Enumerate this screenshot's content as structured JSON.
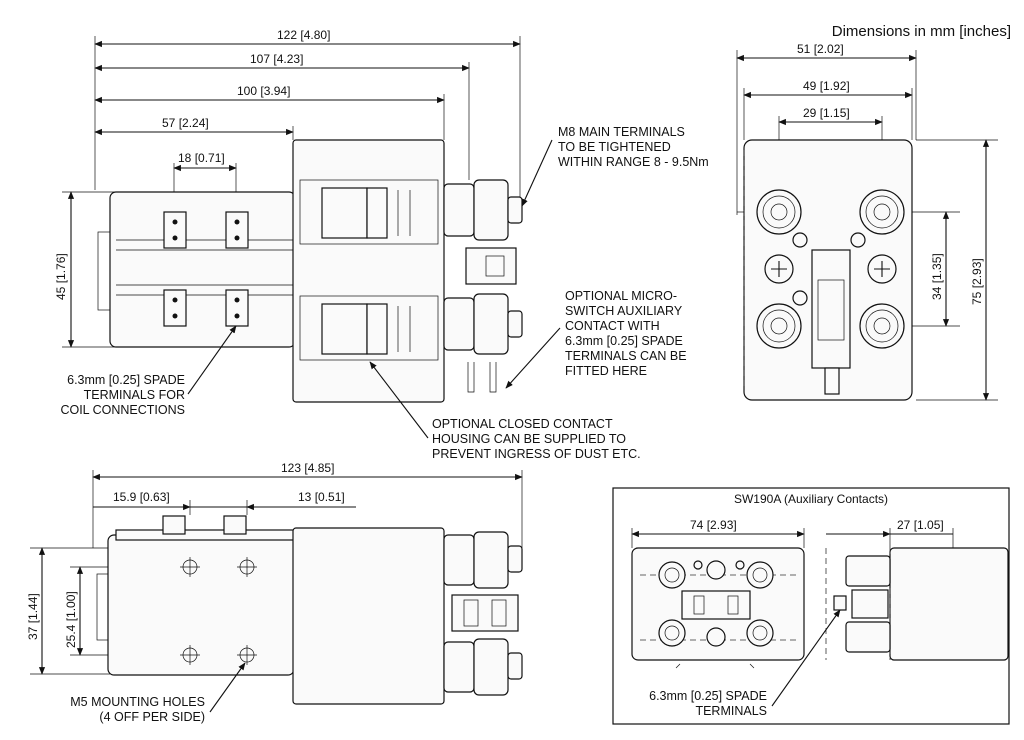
{
  "header": {
    "units_note": "Dimensions in mm [inches]"
  },
  "side_view": {
    "dims": {
      "overall": "122",
      "overall_in": "4.80",
      "d107": "107",
      "d107_in": "4.23",
      "d100": "100",
      "d100_in": "3.94",
      "d57": "57",
      "d57_in": "2.24",
      "d18": "18",
      "d18_in": "0.71",
      "h45": "45",
      "h45_in": "1.76"
    },
    "notes": {
      "m8": [
        "M8 MAIN TERMINALS",
        "TO BE TIGHTENED",
        "WITHIN RANGE 8 - 9.5Nm"
      ],
      "micro": [
        "OPTIONAL MICRO-",
        "SWITCH AUXILIARY",
        "CONTACT WITH",
        "6.3mm [0.25] SPADE",
        "TERMINALS CAN BE",
        "FITTED HERE"
      ],
      "coil": [
        "6.3mm [0.25] SPADE",
        "TERMINALS FOR",
        "COIL CONNECTIONS"
      ],
      "housing": [
        "OPTIONAL CLOSED CONTACT",
        "HOUSING CAN BE SUPPLIED TO",
        "PREVENT INGRESS OF DUST ETC."
      ]
    }
  },
  "end_view": {
    "dims": {
      "w51": "51",
      "w51_in": "2.02",
      "w49": "49",
      "w49_in": "1.92",
      "w29": "29",
      "w29_in": "1.15",
      "h34": "34",
      "h34_in": "1.35",
      "h75": "75",
      "h75_in": "2.93"
    }
  },
  "top_view": {
    "dims": {
      "overall": "123",
      "overall_in": "4.85",
      "d159": "15.9",
      "d159_in": "0.63",
      "d13": "13",
      "d13_in": "0.51",
      "h37": "37",
      "h37_in": "1.44",
      "h254": "25.4",
      "h254_in": "1.00"
    },
    "notes": {
      "m5": [
        "M5 MOUNTING HOLES",
        "(4 OFF PER SIDE)"
      ]
    }
  },
  "aux_box": {
    "title": "SW190A (Auxiliary Contacts)",
    "dims": {
      "d74": "74",
      "d74_in": "2.93",
      "d27": "27",
      "d27_in": "1.05"
    },
    "notes": {
      "spade": [
        "6.3mm [0.25] SPADE",
        "TERMINALS"
      ]
    }
  }
}
